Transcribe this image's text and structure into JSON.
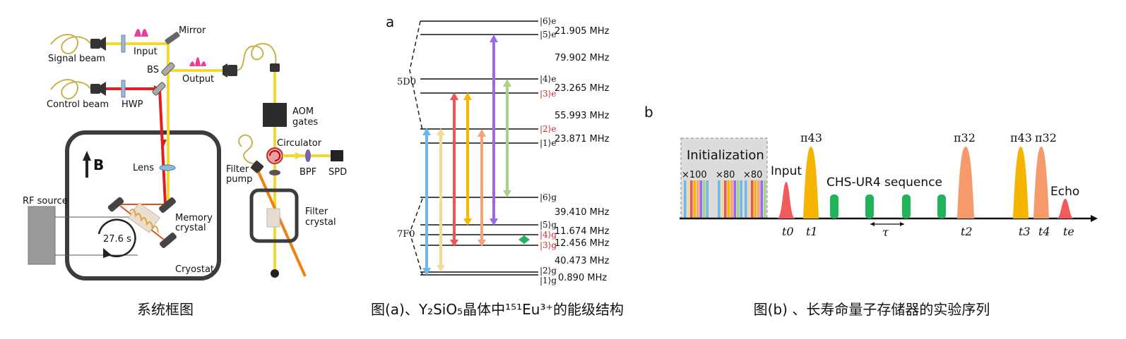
{
  "panel_a_label": "a",
  "panel_b_label": "b",
  "setup": {
    "signal_beam": "Signal beam",
    "control_beam": "Control beam",
    "hwp": "HWP",
    "input": "Input",
    "output": "Output",
    "bs": "BS",
    "mirror": "Mirror",
    "lens": "Lens",
    "b_field": "B",
    "rf_source": "RF source",
    "memory_crystal_1": "Memory",
    "memory_crystal_2": "crystal",
    "cryostat": "Cryostat",
    "lifetime": "27.6 s",
    "aom_1": "AOM",
    "aom_2": "gates",
    "circulator": "Circulator",
    "bpf": "BPF",
    "spd": "SPD",
    "filter_pump_1": "Filter",
    "filter_pump_2": "pump",
    "filter_crystal_1": "Filter",
    "filter_crystal_2": "crystal"
  },
  "levels": {
    "excited_group": "5D0",
    "ground_group": "7F0",
    "excited": [
      "|6⟩e",
      "|5⟩e",
      "|4⟩e",
      "|3⟩e",
      "|2⟩e",
      "|1⟩e"
    ],
    "ground": [
      "|6⟩g",
      "|5⟩g",
      "|4⟩g",
      "|3⟩g",
      "|2⟩g",
      "|1⟩g"
    ],
    "splittings": [
      "21.905 MHz",
      "79.902 MHz",
      "23.265 MHz",
      "55.993 MHz",
      "23.871 MHz",
      "39.410 MHz",
      "11.674 MHz",
      "12.456 MHz",
      "40.473 MHz",
      "0.890 MHz"
    ],
    "highlight_color": "#d62728"
  },
  "sequence": {
    "initialization": "Initialization",
    "rep1": "×100",
    "rep2": "×80",
    "rep3": "×80",
    "input": "Input",
    "chs": "CHS-UR4 sequence",
    "echo": "Echo",
    "pi43_a": "π43",
    "pi32_a": "π32",
    "pi43_b": "π43",
    "pi32_b": "π32",
    "t0": "t0",
    "t1": "t1",
    "tau": "τ",
    "t2": "t2",
    "t3": "t3",
    "t4": "t4",
    "te": "te",
    "colors": {
      "input": "#f25b5b",
      "pi43": "#f5b400",
      "pi32": "#f79a6b",
      "chs": "#1fb35a",
      "echo": "#f25b5b"
    }
  },
  "captions": {
    "left": "系统框图",
    "middle": "图(a)、Y₂SiO₅晶体中¹⁵¹Eu³⁺的能级结构",
    "right": "图(b) 、长寿命量子存储器的实验序列"
  }
}
